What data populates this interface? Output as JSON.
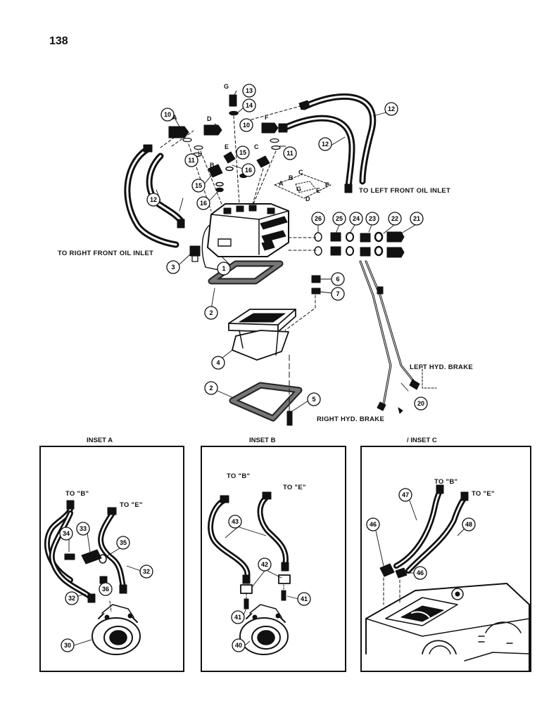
{
  "page_number": "138",
  "labels": {
    "left_front_inlet": "TO LEFT FRONT OIL INLET",
    "right_front_inlet": "TO RIGHT FRONT OIL INLET",
    "left_brake": "LEFT HYD. BRAKE",
    "right_brake": "RIGHT HYD. BRAKE"
  },
  "port_letters": [
    "A",
    "B",
    "C",
    "D",
    "E",
    "F",
    "G"
  ],
  "gasket_letters": [
    "A",
    "B",
    "C",
    "D",
    "E",
    "F",
    "G"
  ],
  "insets": {
    "a": {
      "title": "INSET A",
      "to_b": "TO \"B\"",
      "to_e": "TO \"E\""
    },
    "b": {
      "title": "INSET B",
      "to_b": "TO \"B\"",
      "to_e": "TO \"E\""
    },
    "c": {
      "title": "/ INSET C",
      "to_b": "TO \"B\"",
      "to_e": "TO \"E\""
    }
  },
  "callouts": {
    "main": [
      "1",
      "2",
      "2",
      "3",
      "4",
      "5",
      "6",
      "7",
      "10",
      "10",
      "11",
      "11",
      "12",
      "12",
      "12",
      "13",
      "14",
      "15",
      "15",
      "16",
      "16",
      "20",
      "21",
      "22",
      "23",
      "24",
      "25",
      "26"
    ],
    "inset_a": [
      "30",
      "32",
      "32",
      "33",
      "34",
      "35",
      "36"
    ],
    "inset_b": [
      "40",
      "41",
      "41",
      "42",
      "43"
    ],
    "inset_c": [
      "46",
      "46",
      "47",
      "48"
    ]
  }
}
